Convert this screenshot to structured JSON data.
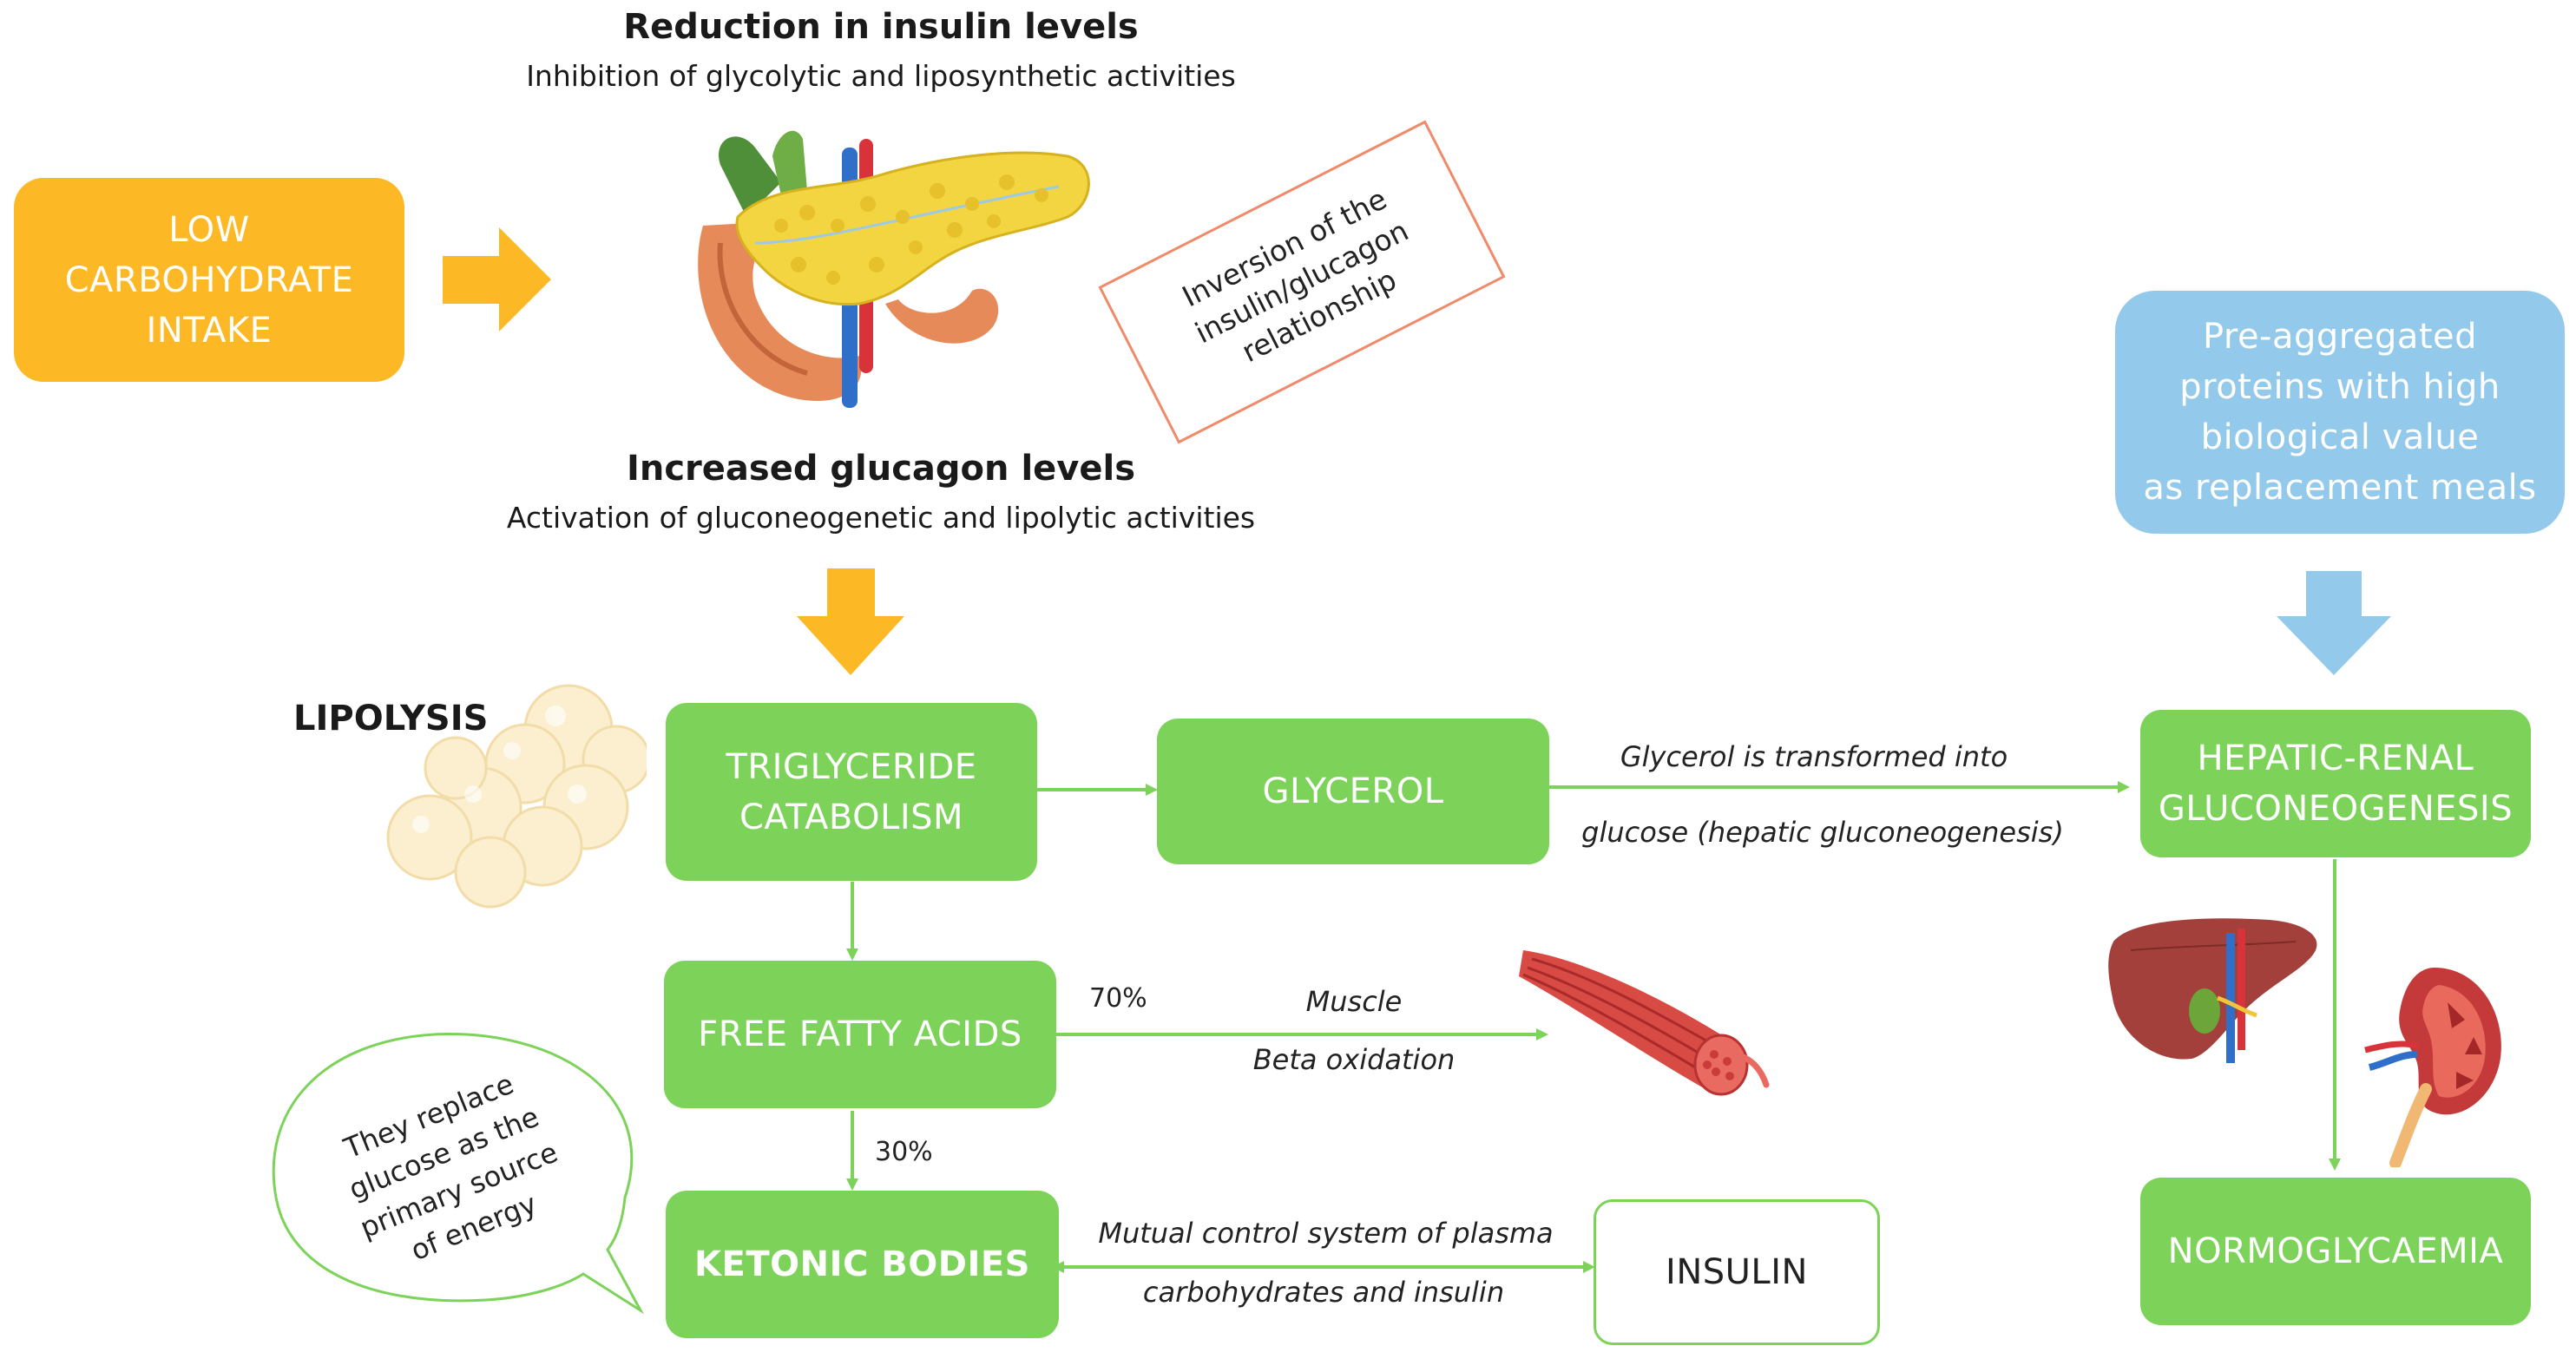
{
  "top": {
    "insulin_heading": "Reduction in insulin levels",
    "insulin_sub": "Inhibition of glycolytic and liposynthetic activities",
    "glucagon_heading": "Increased glucagon levels",
    "glucagon_sub": "Activation of gluconeogenetic and lipolytic activities",
    "inversion_note_lines": [
      "Inversion of the",
      "insulin/glucagon",
      "relationship"
    ]
  },
  "boxes": {
    "low_carb_lines": [
      "LOW",
      "CARBOHYDRATE",
      "INTAKE"
    ],
    "triglyceride_lines": [
      "TRIGLYCERIDE",
      "CATABOLISM"
    ],
    "glycerol": "GLYCEROL",
    "free_fatty_acids": "FREE FATTY ACIDS",
    "ketonic_bodies": "KETONIC BODIES",
    "insulin": "INSULIN",
    "hepatic_renal_lines": [
      "HEPATIC-RENAL",
      "GLUCONEOGENESIS"
    ],
    "normoglycaemia": "NORMOGLYCAEMIA",
    "pre_aggregated_lines": [
      "Pre-aggregated",
      "proteins with high",
      "biological value",
      "as replacement meals"
    ]
  },
  "labels": {
    "lipolysis": "LIPOLYSIS",
    "glycerol_edge_top": "Glycerol is transformed into",
    "glycerol_edge_bottom": "glucose (hepatic gluconeogenesis)",
    "pct_70": "70%",
    "muscle": "Muscle",
    "beta_oxidation": "Beta oxidation",
    "pct_30": "30%",
    "mutual_top": "Mutual control system of plasma",
    "mutual_bottom": "carbohydrates and insulin",
    "speech_lines": [
      "They replace",
      "glucose as the",
      "primary source",
      "of energy"
    ]
  },
  "colors": {
    "green": "#7dd35a",
    "orange": "#fdb825",
    "blue": "#93c9ea",
    "note_border": "#f08a6a"
  },
  "icons": [
    "pancreas-icon",
    "fat-cells-icon",
    "muscle-fiber-icon",
    "liver-icon",
    "kidney-icon"
  ]
}
